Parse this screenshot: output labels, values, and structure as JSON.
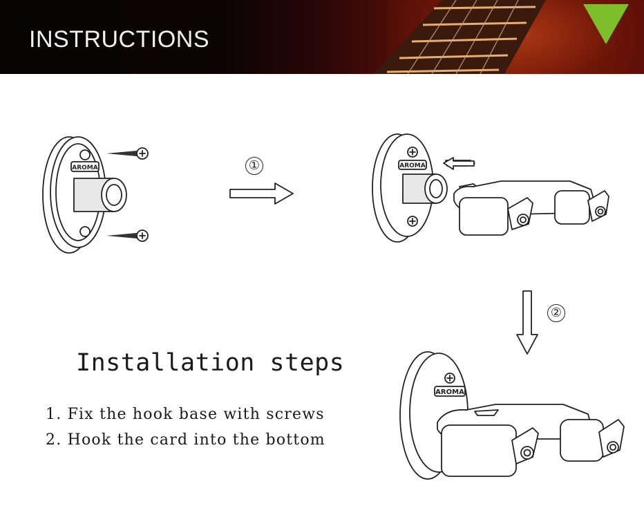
{
  "banner": {
    "title": "INSTRUCTIONS",
    "accent_color": "#7cbf2a"
  },
  "diagram": {
    "logo_text": "AROMA",
    "steps": [
      {
        "marker": "①"
      },
      {
        "marker": "②"
      }
    ]
  },
  "instructions": {
    "heading": "Installation steps",
    "items": [
      "1. Fix the hook base with screws",
      "2. Hook the card into the bottom"
    ]
  }
}
